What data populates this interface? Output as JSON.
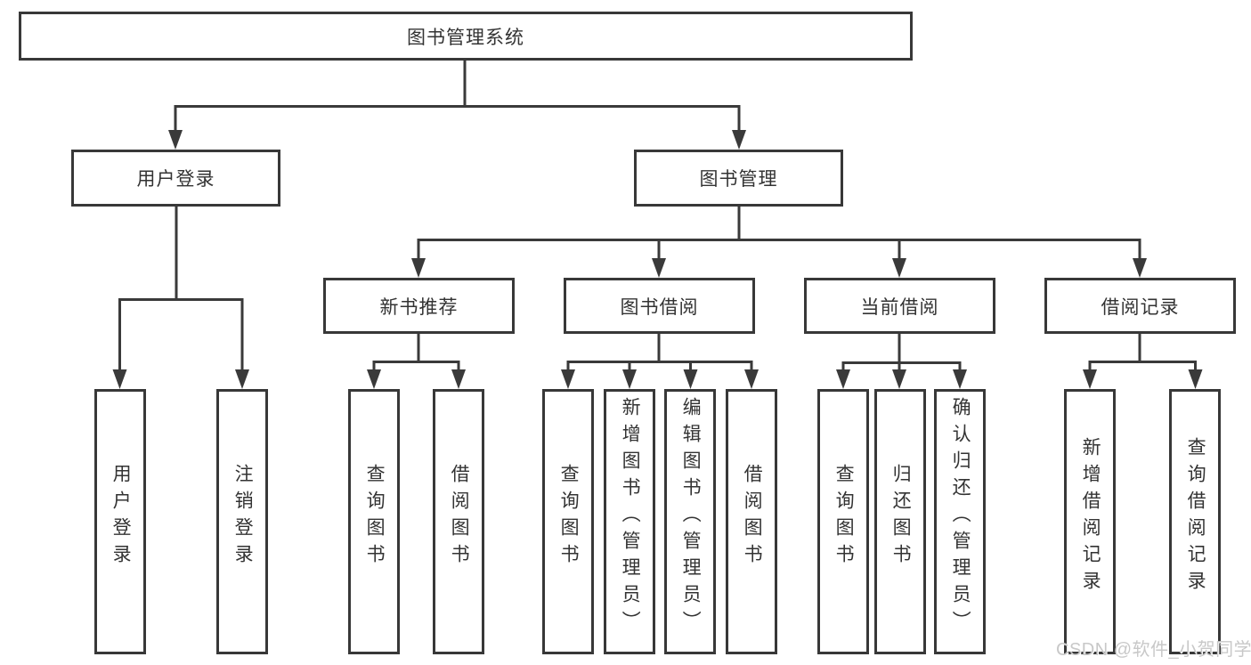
{
  "diagram": {
    "title": "图书管理系统",
    "branches": [
      {
        "label": "用户登录",
        "children": [
          {
            "label": "用户登录"
          },
          {
            "label": "注销登录"
          }
        ]
      },
      {
        "label": "图书管理",
        "children": [
          {
            "label": "新书推荐",
            "children": [
              {
                "label": "查询图书"
              },
              {
                "label": "借阅图书"
              }
            ]
          },
          {
            "label": "图书借阅",
            "children": [
              {
                "label": "查询图书"
              },
              {
                "label": "新增图书（管理员）"
              },
              {
                "label": "编辑图书（管理员）"
              },
              {
                "label": "借阅图书"
              }
            ]
          },
          {
            "label": "当前借阅",
            "children": [
              {
                "label": "查询图书"
              },
              {
                "label": "归还图书"
              },
              {
                "label": "确认归还（管理员）"
              }
            ]
          },
          {
            "label": "借阅记录",
            "children": [
              {
                "label": "新增借阅记录"
              },
              {
                "label": "查询借阅记录"
              }
            ]
          }
        ]
      }
    ]
  },
  "watermark": "CSDN @软件_小贺同学",
  "colors": {
    "line": "#3a3a3a",
    "box_border": "#383838",
    "text": "#333333",
    "watermark": "#c8c8c8",
    "background": "#ffffff"
  }
}
